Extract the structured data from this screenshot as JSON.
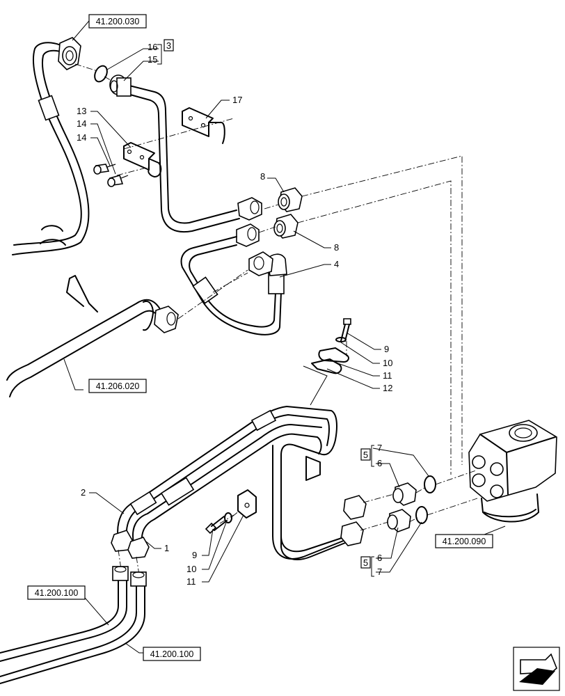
{
  "references": {
    "r1": "41.200.030",
    "r2": "41.206.020",
    "r3": "41.200.090",
    "r4": "41.200.100",
    "r5": "41.200.100"
  },
  "labels": {
    "l16": "16",
    "l15": "15",
    "l3": "3",
    "l17": "17",
    "l13": "13",
    "l14a": "14",
    "l14b": "14",
    "l8a": "8",
    "l8b": "8",
    "l4": "4",
    "l9a": "9",
    "l10a": "10",
    "l11a": "11",
    "l12": "12",
    "l5a": "5",
    "l7a": "7",
    "l6a": "6",
    "l5b": "5",
    "l6b": "6",
    "l7b": "7",
    "l2": "2",
    "l1": "1",
    "l9b": "9",
    "l10b": "10",
    "l11b": "11"
  },
  "icons": {
    "nav": "next-page-arrow-icon"
  }
}
